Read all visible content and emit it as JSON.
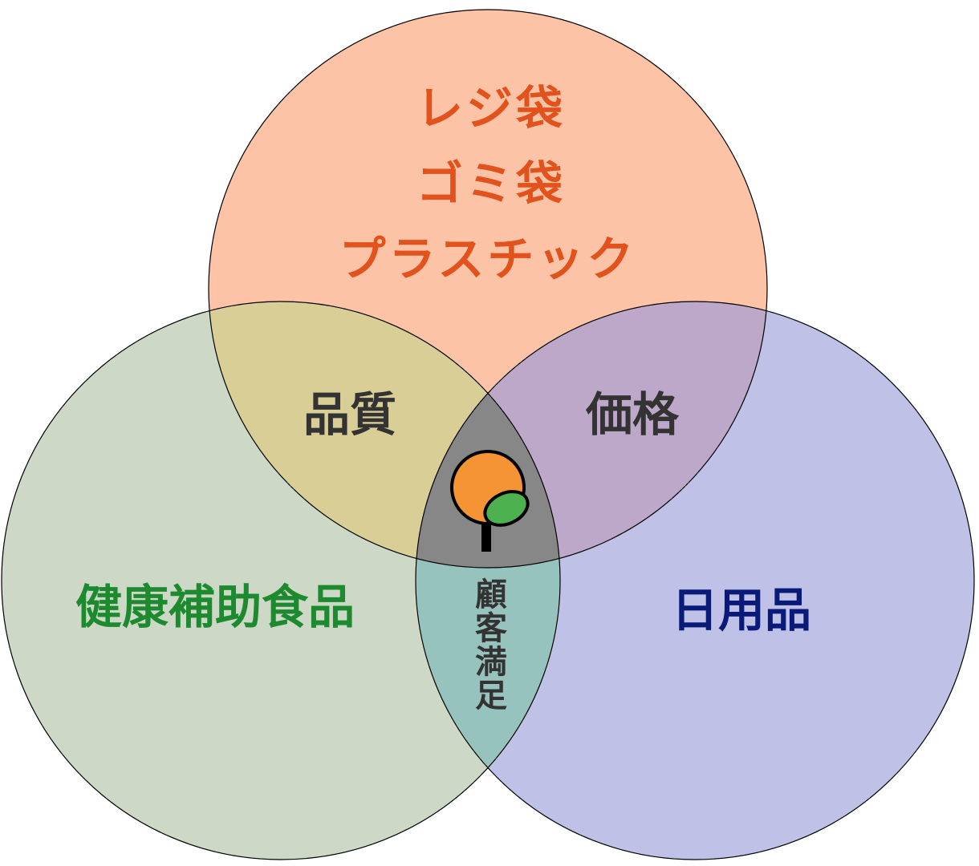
{
  "diagram": {
    "type": "venn",
    "sets": {
      "top": {
        "items": [
          "レジ袋",
          "ゴミ袋",
          "プラスチック"
        ],
        "color": "#FCC3A6",
        "text_color": "#E2521C"
      },
      "left": {
        "label": "健康補助食品",
        "color": "#CDD9C6",
        "text_color": "#1E8A30"
      },
      "right": {
        "label": "日用品",
        "color": "#BFC2E6",
        "text_color": "#0A1A78"
      }
    },
    "intersections": {
      "top_left": {
        "label": "品質",
        "color": "#D9CE95"
      },
      "top_right": {
        "label": "価格",
        "color": "#BDA8C9"
      },
      "left_right": {
        "label": "顧客満足",
        "color": "#96C3BD"
      },
      "center": {
        "color": "#878787",
        "icon": "tree-logo-icon"
      }
    }
  }
}
